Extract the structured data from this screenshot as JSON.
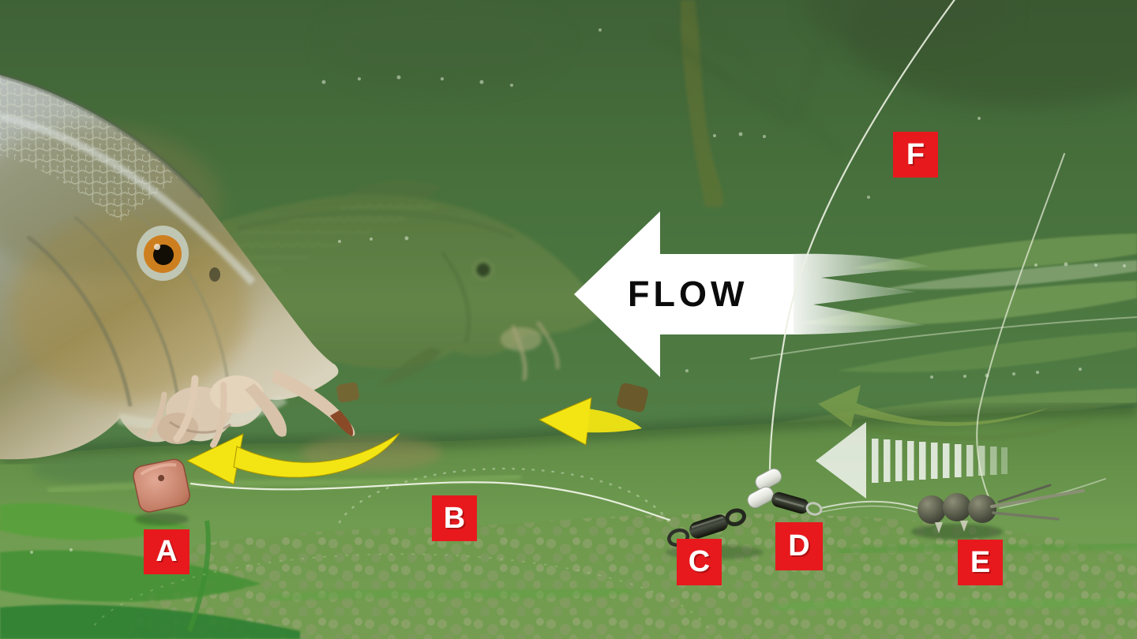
{
  "diagram": {
    "flow_label": "FLOW",
    "markers": [
      {
        "letter": "A"
      },
      {
        "letter": "B"
      },
      {
        "letter": "C"
      },
      {
        "letter": "D"
      },
      {
        "letter": "E"
      },
      {
        "letter": "F"
      }
    ],
    "colors": {
      "marker_background": "#e7191d",
      "marker_text": "#ffffff",
      "flow_arrow": "#ffffff",
      "flow_text": "#0b0b0b",
      "yellow_arrow": "#f2e513",
      "fishing_line": "#ecf1e2",
      "water_green": "#4b7440",
      "bait_pink": "#c9826c"
    },
    "icons": {
      "flow_arrow": "large white left arrow",
      "striped_arrow": "striped white left arrow",
      "yellow_arrows": "curved yellow left arrows"
    }
  }
}
